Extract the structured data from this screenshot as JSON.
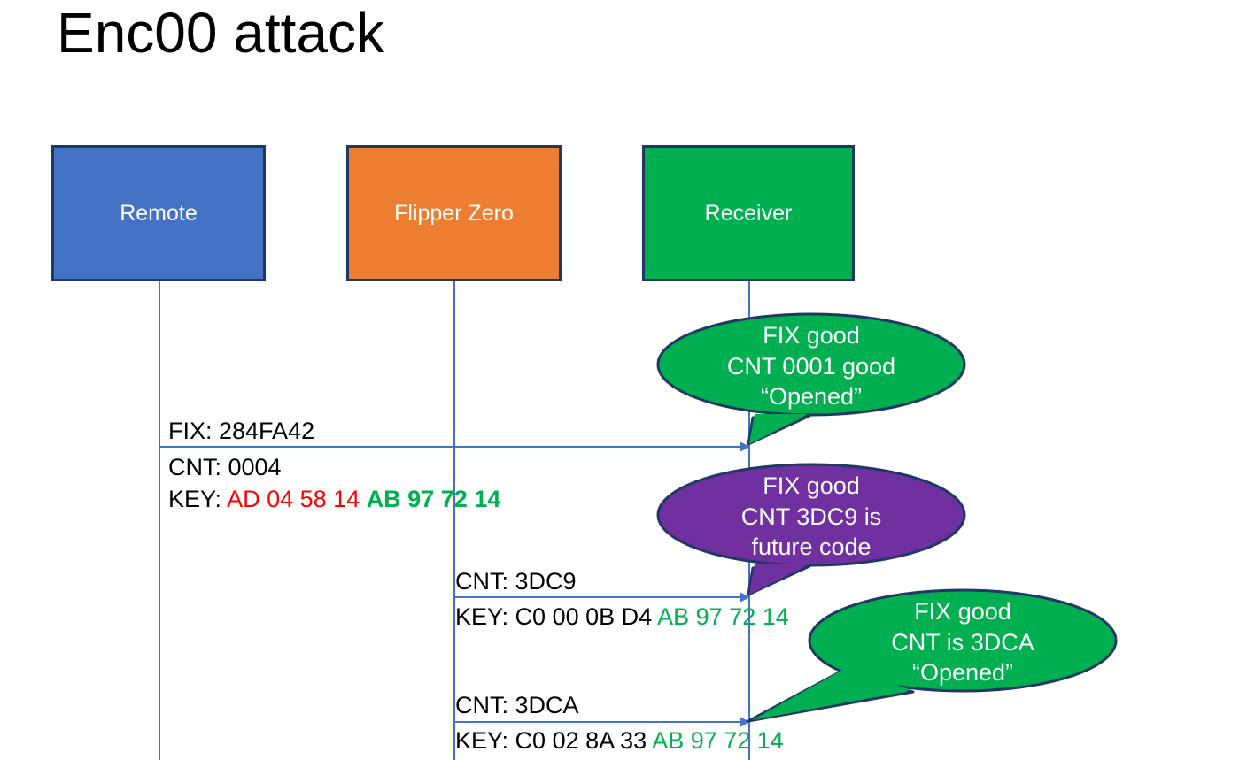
{
  "slide": {
    "title": "Enc00 attack"
  },
  "actors": [
    {
      "name": "remote",
      "label": "Remote",
      "color": "#4472C4"
    },
    {
      "name": "flipper",
      "label": "Flipper Zero",
      "color": "#ED7D31"
    },
    {
      "name": "receiver",
      "label": "Receiver",
      "color": "#00B050"
    }
  ],
  "colors": {
    "blue": "#4472C4",
    "orange": "#ED7D31",
    "green": "#00B050",
    "purple": "#7030A0",
    "border": "#1F3864",
    "red": "#FF0000",
    "lifeline": "#4472C4"
  },
  "messages": [
    {
      "name": "msg-remote-to-receiver",
      "from": "remote",
      "to": "receiver",
      "lines": [
        {
          "prefix": "FIX: ",
          "value": "284FA42"
        }
      ]
    },
    {
      "name": "msg-remote-detail",
      "from": "remote",
      "to": "receiver",
      "lines": [
        {
          "prefix": "CNT: ",
          "value": "0004"
        },
        {
          "prefix": "KEY: ",
          "red": "AD 04 58 14 ",
          "green_bold": "AB 97 72 14"
        }
      ]
    },
    {
      "name": "msg-flipper-first",
      "from": "flipper",
      "to": "receiver",
      "lines": [
        {
          "prefix": "CNT: ",
          "value": "3DC9"
        },
        {
          "prefix": "KEY: ",
          "plain": "C0 00 0B D4 ",
          "green": "AB 97 72 14"
        }
      ]
    },
    {
      "name": "msg-flipper-second",
      "from": "flipper",
      "to": "receiver",
      "lines": [
        {
          "prefix": "CNT: ",
          "value": "3DCA"
        },
        {
          "prefix": "KEY: ",
          "plain": "C0 02 8A 33 ",
          "green": "AB 97 72 14"
        }
      ]
    }
  ],
  "labels": {
    "fix_line": "FIX: 284FA42",
    "cnt_0004": "CNT: 0004",
    "key1_prefix": "KEY: ",
    "key1_red": "AD 04 58 14 ",
    "key1_green": "AB 97 72 14",
    "cnt_3dc9": "CNT: 3DC9",
    "key2_prefix": "KEY: ",
    "key2_plain": "C0 00 0B D4 ",
    "key2_green": "AB 97 72 14",
    "cnt_3dca": "CNT: 3DCA",
    "key3_prefix": "KEY: ",
    "key3_plain": "C0 02 8A 33 ",
    "key3_green": "AB 97 72 14"
  },
  "callouts": [
    {
      "name": "callout-receiver-ok-first",
      "fill": "#00B050",
      "line1": "FIX good",
      "line2": "CNT 0001 good",
      "line3": "“Opened”"
    },
    {
      "name": "callout-receiver-future-code",
      "fill": "#7030A0",
      "line1": "FIX good",
      "line2": "CNT 3DC9 is",
      "line3": "future code"
    },
    {
      "name": "callout-receiver-ok-second",
      "fill": "#00B050",
      "line1": "FIX good",
      "line2": "CNT is 3DCA",
      "line3": "“Opened”"
    }
  ]
}
